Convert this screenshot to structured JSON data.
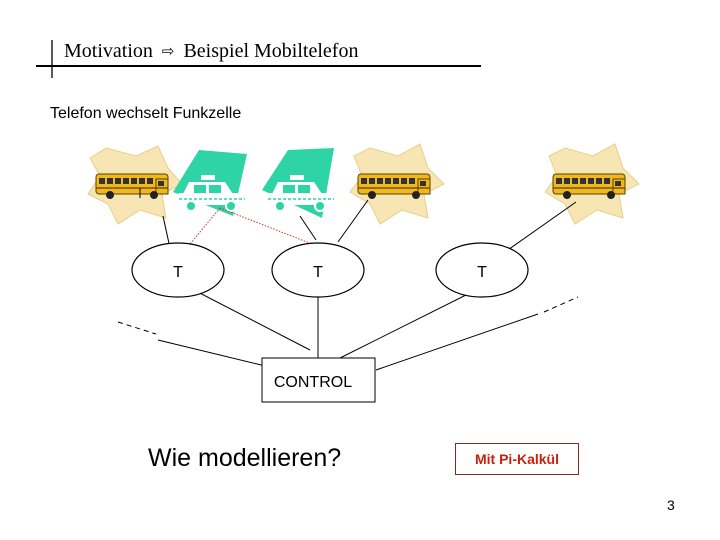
{
  "slide": {
    "title_part1": "Motivation",
    "title_arrow": "⇨",
    "title_part2": "Beispiel Mobiltelefon",
    "subtitle": "Telefon wechselt Funkzelle",
    "question": "Wie modellieren?",
    "answer_box": "Mit Pi-Kalkül",
    "page_number": "3"
  },
  "diagram": {
    "transmitters": [
      "T",
      "T",
      "T"
    ],
    "control_label": "CONTROL",
    "colors": {
      "taxi_accent": "#2ed3a6",
      "bus_yellow": "#f0b81c",
      "bus_star": "#f7e6b4",
      "link_dotted": "#c0392b",
      "answer_text": "#c8200e"
    },
    "icons": [
      "school-bus-icon",
      "taxi-icon",
      "taxi-icon",
      "school-bus-icon",
      "school-bus-icon"
    ]
  }
}
